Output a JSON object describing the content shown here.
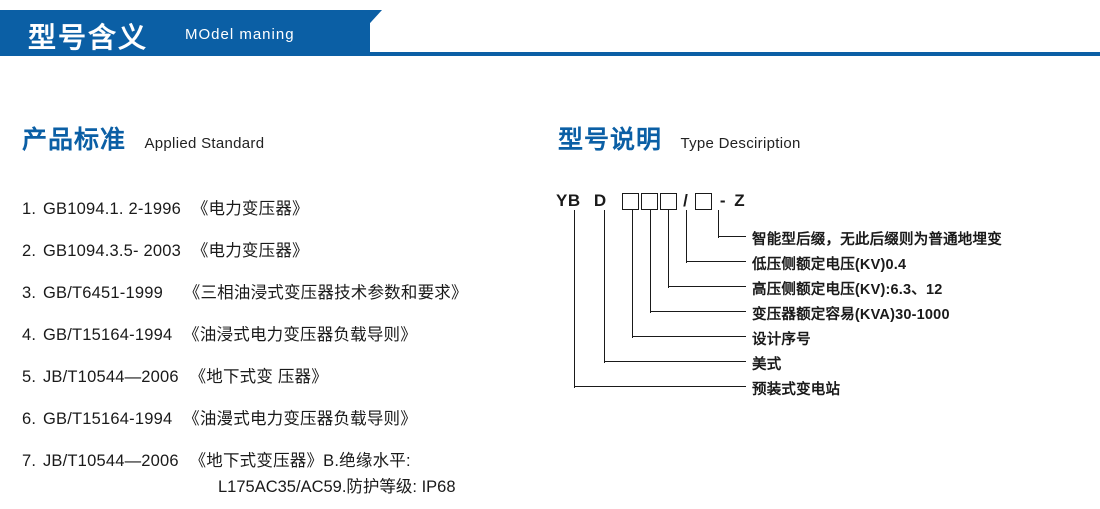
{
  "header": {
    "title_cn": "型号含义",
    "title_en": "MOdel maning"
  },
  "sections": {
    "standard": {
      "heading_cn": "产品标准",
      "heading_en": "Applied Standard",
      "items": [
        {
          "num": "1.",
          "code": "GB1094.1. 2-1996",
          "title": "《电力变压器》"
        },
        {
          "num": "2.",
          "code": "GB1094.3.5- 2003",
          "title": "《电力变压器》"
        },
        {
          "num": "3.",
          "code": "GB/T6451-1999",
          "title": "《三相油浸式变压器技术参数和要求》"
        },
        {
          "num": "4.",
          "code": "GB/T15164-1994",
          "title": "《油浸式电力变压器负载导则》"
        },
        {
          "num": "5.",
          "code": "JB/T10544—2006",
          "title": "《地下式变 压器》"
        },
        {
          "num": "6.",
          "code": "GB/T15164-1994",
          "title": "《油漫式电力变压器负载导则》"
        },
        {
          "num": "7.",
          "code": "JB/T10544—2006",
          "title": "《地下式变压器》B.绝缘水平:"
        }
      ],
      "continuation": "L175AC35/AC59.防护等级: IP68"
    },
    "type": {
      "heading_cn": "型号说明",
      "heading_en": "Type Desciription",
      "code": {
        "prefix": "YB",
        "second": "D",
        "boxes_group1": 3,
        "slash": "/",
        "boxes_group2": 1,
        "dash": "-",
        "suffix": "Z"
      },
      "labels": [
        "智能型后缀，无此后缀则为普通地埋变",
        "低压侧额定电压(KV)0.4",
        "高压侧额定电压(KV):6.3、12",
        "变压器额定容易(KVA)30-1000",
        "设计序号",
        "美式",
        "预装式变电站"
      ]
    }
  },
  "colors": {
    "brand_blue": "#0b5fa5",
    "text": "#1a1a1a",
    "white": "#ffffff"
  }
}
